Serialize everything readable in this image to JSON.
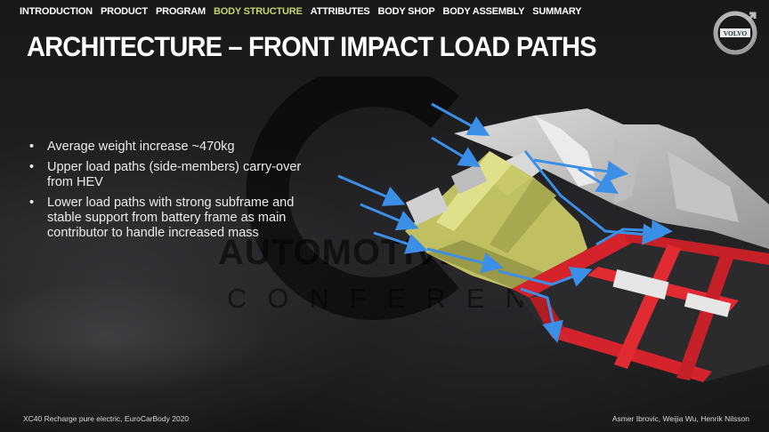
{
  "nav": {
    "items": [
      "INTRODUCTION",
      "PRODUCT",
      "PROGRAM",
      "BODY STRUCTURE",
      "ATTRIBUTES",
      "BODY SHOP",
      "BODY ASSEMBLY",
      "SUMMARY"
    ],
    "active_index": 3
  },
  "title": "ARCHITECTURE – FRONT IMPACT LOAD PATHS",
  "logo": {
    "text": "VOLVO"
  },
  "bullets": [
    "Average weight increase ~470kg",
    "Upper load paths (side-members) carry-over from HEV",
    "Lower load paths with strong subframe and stable support from battery frame as main contributor to handle increased mass"
  ],
  "watermark": {
    "line1": "AUTOMOTIVE",
    "line2": "CONFERENCE"
  },
  "footer": {
    "left": "XC40 Recharge pure electric, EuroCarBody 2020",
    "right": "Asmer Ibrovic, Weijia Wu, Henrik Nilsson"
  },
  "colors": {
    "active_nav": "#c7d46a",
    "arrow": "#3b8fe6",
    "subframe": "#c8c866",
    "battery_frame": "#d4232b",
    "body": "#cfcfcf"
  }
}
